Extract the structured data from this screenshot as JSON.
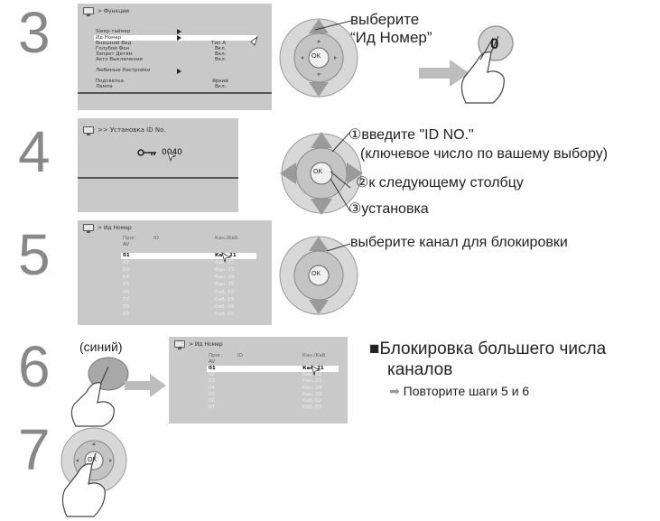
{
  "steps": {
    "s3": "3",
    "s4": "4",
    "s5": "5",
    "s6": "6",
    "s7": "7"
  },
  "menu3": {
    "header": "> Функции",
    "items": [
      {
        "label": "Sleep-таймер",
        "value": ""
      },
      {
        "label": "Ид Номер",
        "value": ""
      },
      {
        "label": "Внешний Вид",
        "value": "Тип А"
      },
      {
        "label": "Голубой Фон",
        "value": "Вкл."
      },
      {
        "label": "Запрет Детям",
        "value": "Вкл."
      },
      {
        "label": "Авто Выключение",
        "value": "Вкл."
      },
      {
        "label": "Любимые Настройки",
        "value": ""
      },
      {
        "label": "Подсветка",
        "value": "Яркий"
      },
      {
        "label": "Лампа",
        "value": "Вкл."
      }
    ]
  },
  "inst3": {
    "line1": "выберите",
    "line2": "“Ид Номер”"
  },
  "button_zero": "0",
  "ok_label": "OK",
  "menu4": {
    "header": ">> Установка ID No.",
    "code": "0040"
  },
  "inst4": {
    "c1": "①",
    "l1": "введите \"ID NO.\"",
    "l1b": "(ключевое число по вашему выбору)",
    "c2": "②",
    "l2": "к следующему столбцу",
    "c3": "③",
    "l3": "установка"
  },
  "menu5": {
    "header": "> Ид Номер",
    "col_prog": "Прог.",
    "col_id": "ID",
    "col_ch": "Кан./Каб.",
    "av": "AV",
    "rows": [
      {
        "num": "01",
        "ch": "Кан. 21"
      },
      {
        "num": "02",
        "ch": "Кан. 22"
      },
      {
        "num": "03",
        "ch": "Кан. 23"
      },
      {
        "num": "04",
        "ch": "Кан. 24"
      },
      {
        "num": "05",
        "ch": "Кан. 25"
      },
      {
        "num": "06",
        "ch": "Каб. 02"
      },
      {
        "num": "07",
        "ch": "Каб. 03"
      },
      {
        "num": "08",
        "ch": "Каб. 04"
      },
      {
        "num": "09",
        "ch": "Каб. 05"
      }
    ]
  },
  "inst5": "выберите канал для блокировки",
  "blue_label": "(синий)",
  "menu6": {
    "header": "> Ид Номер",
    "col_prog": "Прог.",
    "col_id": "ID",
    "col_ch": "Кан./Каб.",
    "av": "AV",
    "rows": [
      {
        "num": "01",
        "ch": "Кан. 21"
      },
      {
        "num": "02",
        "ch": "Кан. 22"
      },
      {
        "num": "03",
        "ch": "Кан. 23"
      },
      {
        "num": "04",
        "ch": "Кан. 24"
      },
      {
        "num": "05",
        "ch": "Кан. 25"
      },
      {
        "num": "06",
        "ch": "Каб. 02"
      },
      {
        "num": "07",
        "ch": "Каб. 03"
      }
    ]
  },
  "note6": {
    "square": "■",
    "line1": "Блокировка большего числа",
    "line2": "каналов",
    "arrow": "➡",
    "repeat": "Повторите шаги 5 и 6"
  }
}
